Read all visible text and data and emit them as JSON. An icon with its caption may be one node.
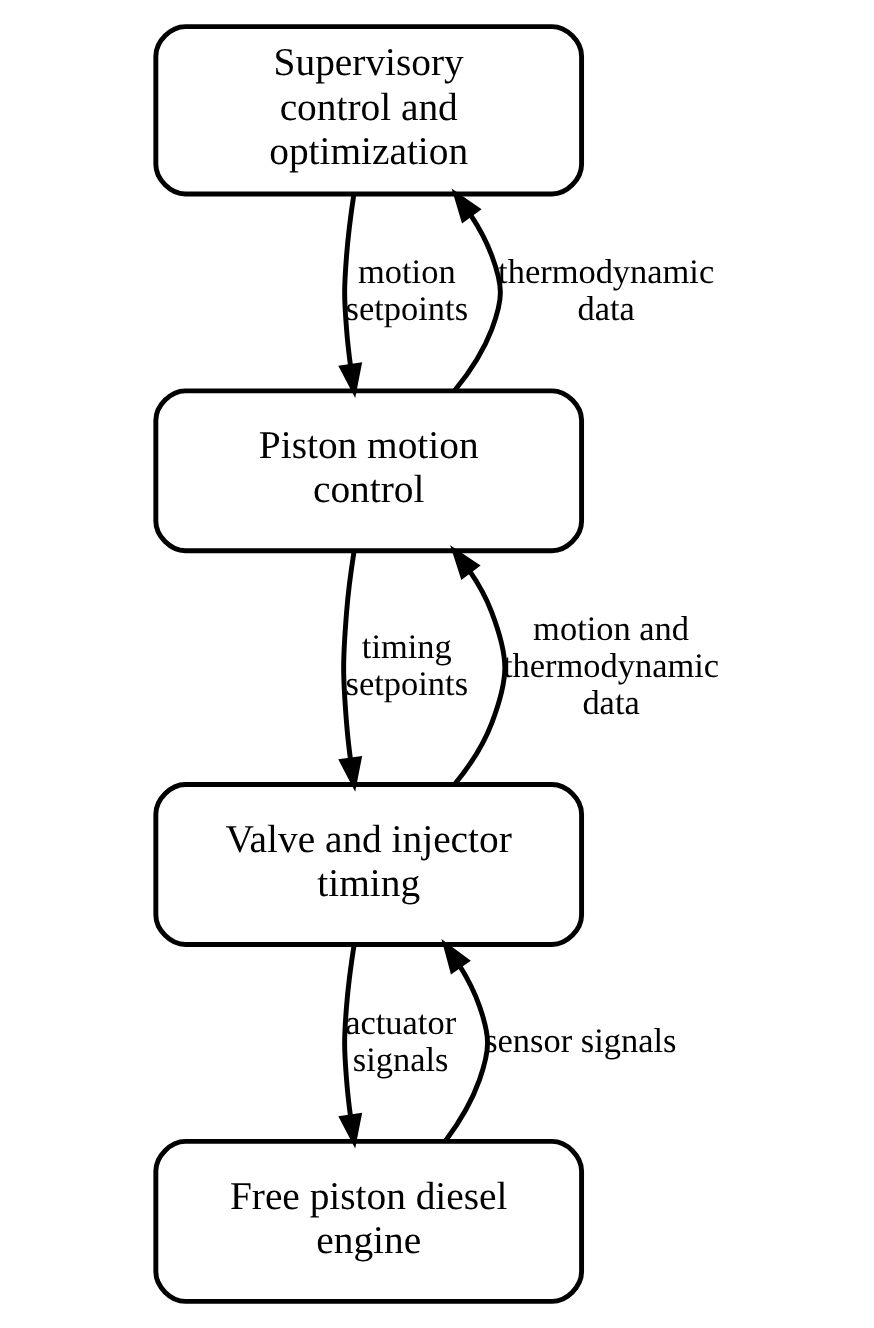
{
  "diagram": {
    "nodes": [
      {
        "text": [
          "Supervisory control and optimization"
        ]
      },
      {
        "text": [
          "Piston motion control"
        ]
      },
      {
        "text": [
          "Valve and injector timing"
        ]
      },
      {
        "text": [
          "Free piston diesel engine"
        ]
      }
    ],
    "edges": [
      {
        "from": 1,
        "to": 0,
        "arrow": "to",
        "label": "thermodynamic data"
      },
      {
        "from": 0,
        "to": 1,
        "arrow": "to",
        "label": "motion setpoints"
      },
      {
        "from": 2,
        "to": 1,
        "arrow": "to",
        "label": "motion and thermodynamic data"
      },
      {
        "from": 1,
        "to": 2,
        "arrow": "to",
        "label": "timing setpoints"
      },
      {
        "from": 3,
        "to": 2,
        "arrow": "to",
        "label": "sensor signals"
      },
      {
        "from": 2,
        "to": 3,
        "arrow": "to",
        "label": "actuator signals"
      }
    ]
  }
}
